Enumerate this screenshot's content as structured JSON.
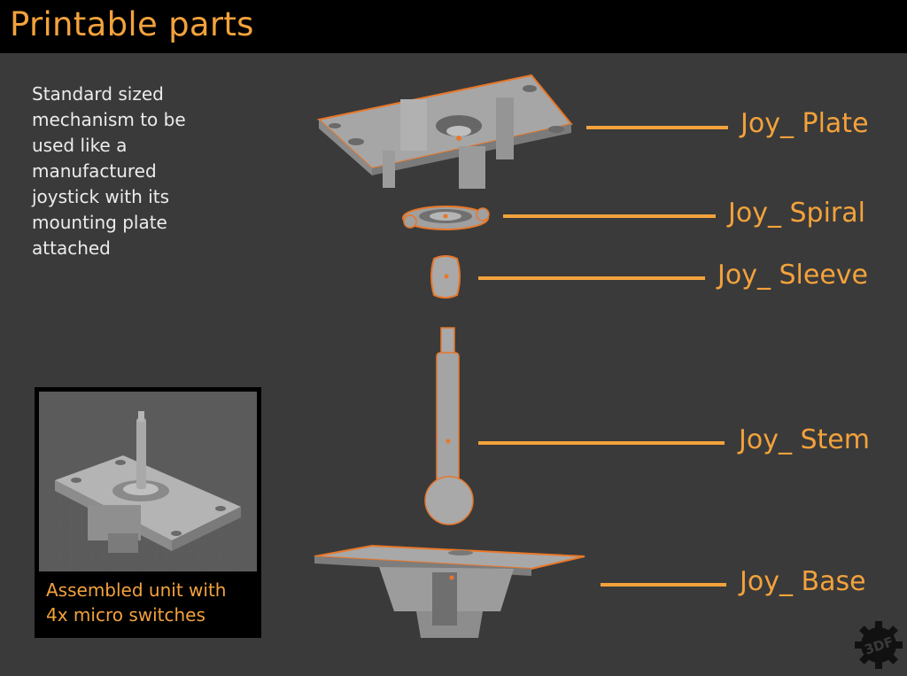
{
  "header": {
    "title": "Printable parts"
  },
  "description": {
    "lines": [
      "Standard sized",
      "mechanism to be",
      "used like a",
      "manufactured",
      "joystick with its",
      "mounting plate",
      "attached"
    ]
  },
  "inset": {
    "caption_lines": [
      "Assembled unit with",
      "4x micro switches"
    ]
  },
  "parts": [
    {
      "label": "Joy_ Plate"
    },
    {
      "label": "Joy_ Spiral"
    },
    {
      "label": "Joy_ Sleeve"
    },
    {
      "label": "Joy_ Stem"
    },
    {
      "label": "Joy_ Base"
    }
  ],
  "logo": {
    "text": "3DF",
    "icon": "gear-logo-icon"
  },
  "colors": {
    "accent": "#f3a23c",
    "background": "#3a3a3a",
    "header": "#000000",
    "part_fill": "#a8a8a8",
    "part_outline": "#e8772a"
  }
}
